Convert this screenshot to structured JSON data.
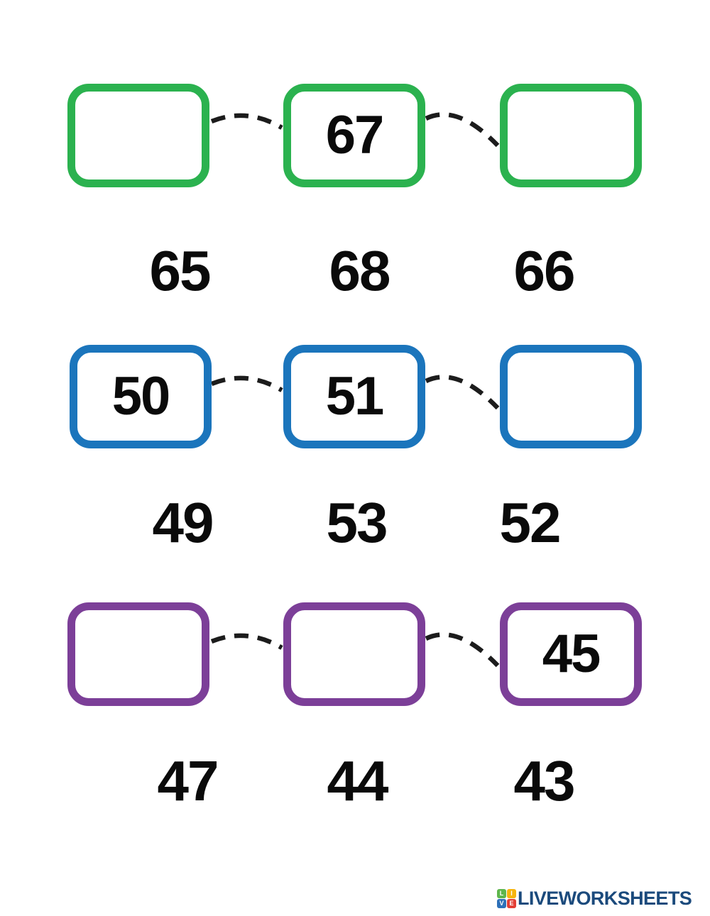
{
  "worksheet": {
    "rows": [
      {
        "id": "row-green",
        "border_color": "#2bb24f",
        "boxes": [
          "",
          "67",
          ""
        ],
        "options": [
          "65",
          "68",
          "66"
        ]
      },
      {
        "id": "row-blue",
        "border_color": "#1b75bc",
        "boxes": [
          "50",
          "51",
          ""
        ],
        "options": [
          "49",
          "53",
          "52"
        ]
      },
      {
        "id": "row-purple",
        "border_color": "#7c3f98",
        "boxes": [
          "",
          "",
          "45"
        ],
        "options": [
          "47",
          "44",
          "43"
        ]
      }
    ],
    "connector_color": "#1c1c1c"
  },
  "footer": {
    "brand": "LIVEWORKSHEETS",
    "brand_color": "#1b4a7c",
    "logo_tiles": [
      {
        "letter": "L",
        "color": "#5eb64c"
      },
      {
        "letter": "I",
        "color": "#f6b40e"
      },
      {
        "letter": "V",
        "color": "#2d70b8"
      },
      {
        "letter": "E",
        "color": "#e23f36"
      }
    ]
  }
}
